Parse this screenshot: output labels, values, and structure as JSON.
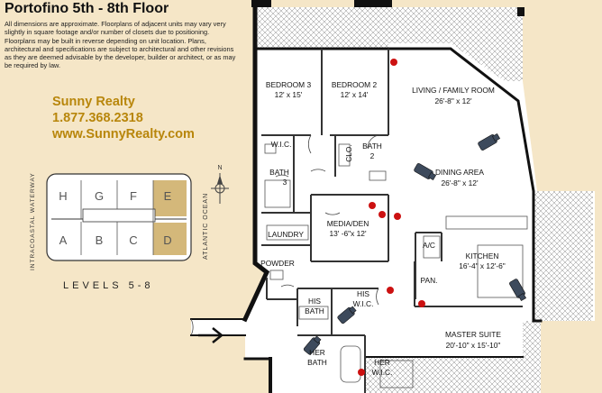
{
  "title": "Portofino 5th - 8th Floor",
  "disclaimer": "All dimensions are approximate.  Floorplans of  adjacent units may vary very slightly in square footage and/or number of closets due to positioning.  Floorplans may be built in reverse depending on unit location.  Plans, architectural and specifications are subject to architectural and other revisions as they are deemed advisable by the developer, builder or architect, or as may be required by law.",
  "realty": {
    "name": "Sunny Realty",
    "phone": "1.877.368.2318",
    "website": "www.SunnyRealty.com"
  },
  "keyplan": {
    "units_top": [
      "H",
      "G",
      "F",
      "E"
    ],
    "units_bottom": [
      "A",
      "B",
      "C",
      "D"
    ],
    "highlighted": [
      "E",
      "D"
    ],
    "highlight_color": "#d4b87a",
    "left_label": "INTRACOASTAL WATERWAY",
    "right_label": "ATLANTIC OCEAN",
    "compass": "N",
    "levels": "LEVELS  5-8"
  },
  "rooms": {
    "bedroom3": {
      "name": "BEDROOM 3",
      "dims": "12' x 15'"
    },
    "bedroom2": {
      "name": "BEDROOM 2",
      "dims": "12' x 14'"
    },
    "living": {
      "name": "LIVING / FAMILY ROOM",
      "dims": "26'-8\" x 12'"
    },
    "wic1": "W.I.C.",
    "bath3": {
      "name": "BATH",
      "num": "3"
    },
    "clo": "CLO.",
    "bath2": {
      "name": "BATH",
      "num": "2"
    },
    "dining": {
      "name": "DINING AREA",
      "dims": "26'-8\" x 12'"
    },
    "media": {
      "name": "MEDIA/DEN",
      "dims": "13' -6\"x 12'"
    },
    "laundry": "LAUNDRY",
    "ac": "A/C",
    "kitchen": {
      "name": "KITCHEN",
      "dims": "16'-4\" x 12'-6\""
    },
    "powder": "POWDER",
    "pan": "PAN.",
    "his_bath": {
      "line1": "HIS",
      "line2": "BATH"
    },
    "his_wic": {
      "line1": "HIS",
      "line2": "W.I.C."
    },
    "master": {
      "name": "MASTER SUITE",
      "dims": "20'-10\" x 15'-10\""
    },
    "her_bath": {
      "line1": "HER",
      "line2": "BATH"
    },
    "her_wic": {
      "line1": "HER",
      "line2": "W.I.C."
    }
  },
  "colors": {
    "background": "#f5e6c7",
    "wall": "#111111",
    "realty_gold": "#b8860b",
    "dot_red": "#cc1111",
    "floor": "#ffffff"
  }
}
